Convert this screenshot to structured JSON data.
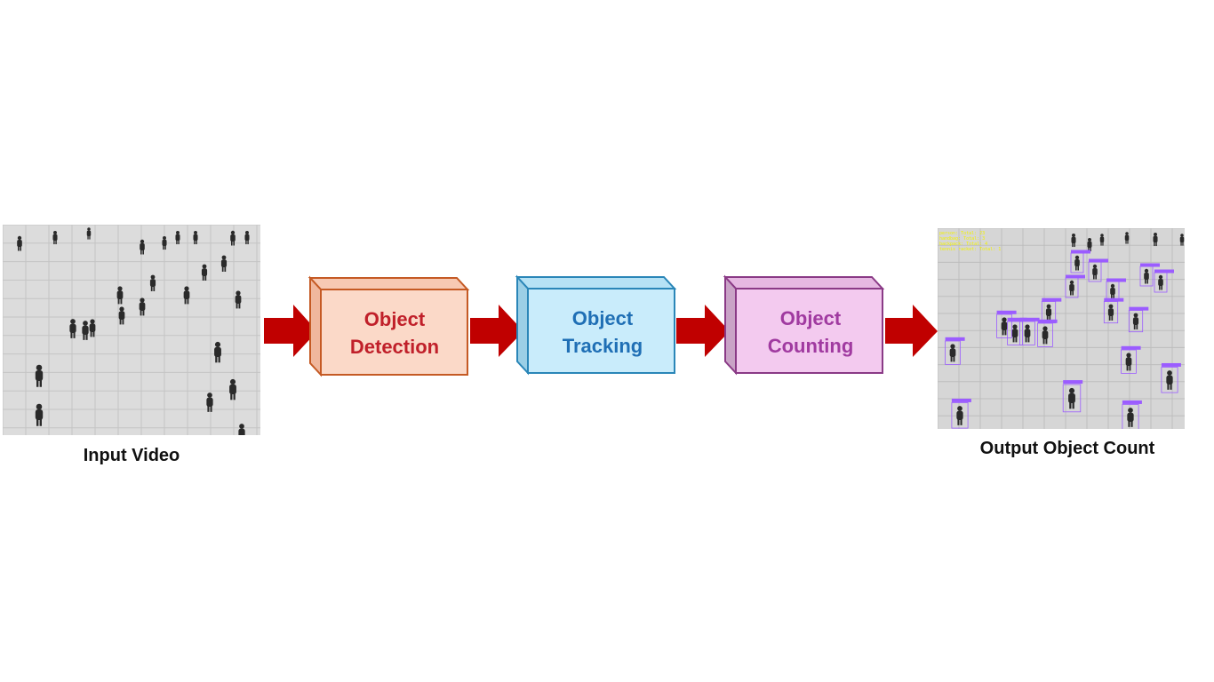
{
  "input": {
    "caption": "Input Video"
  },
  "output": {
    "caption": "Output Object Count",
    "counter_lines": [
      "person: Total: 23",
      "handbag: Total: 3",
      "backpack: Total: 4",
      "tennis racket: Total: 1"
    ],
    "box_tag": "person @ 0.xx"
  },
  "stages": [
    {
      "line1": "Object",
      "line2": "Detection",
      "front": "#fbd9c8",
      "side": "#f0b79d",
      "top": "#f7c9b3",
      "stroke": "#c55a24",
      "text": "#c0202a"
    },
    {
      "line1": "Object",
      "line2": "Tracking",
      "front": "#c9ecfb",
      "side": "#9bcfe6",
      "top": "#b6e2f5",
      "stroke": "#2a86b8",
      "text": "#1f6fb5"
    },
    {
      "line1": "Object",
      "line2": "Counting",
      "front": "#f3caef",
      "side": "#c9a3c6",
      "top": "#e6b8e2",
      "stroke": "#8a3a86",
      "text": "#a03aa0"
    }
  ],
  "colors": {
    "arrow": "#c00000",
    "box_outline": "#9b5cff",
    "counter_text": "#f2f200",
    "caption": "#111111"
  }
}
